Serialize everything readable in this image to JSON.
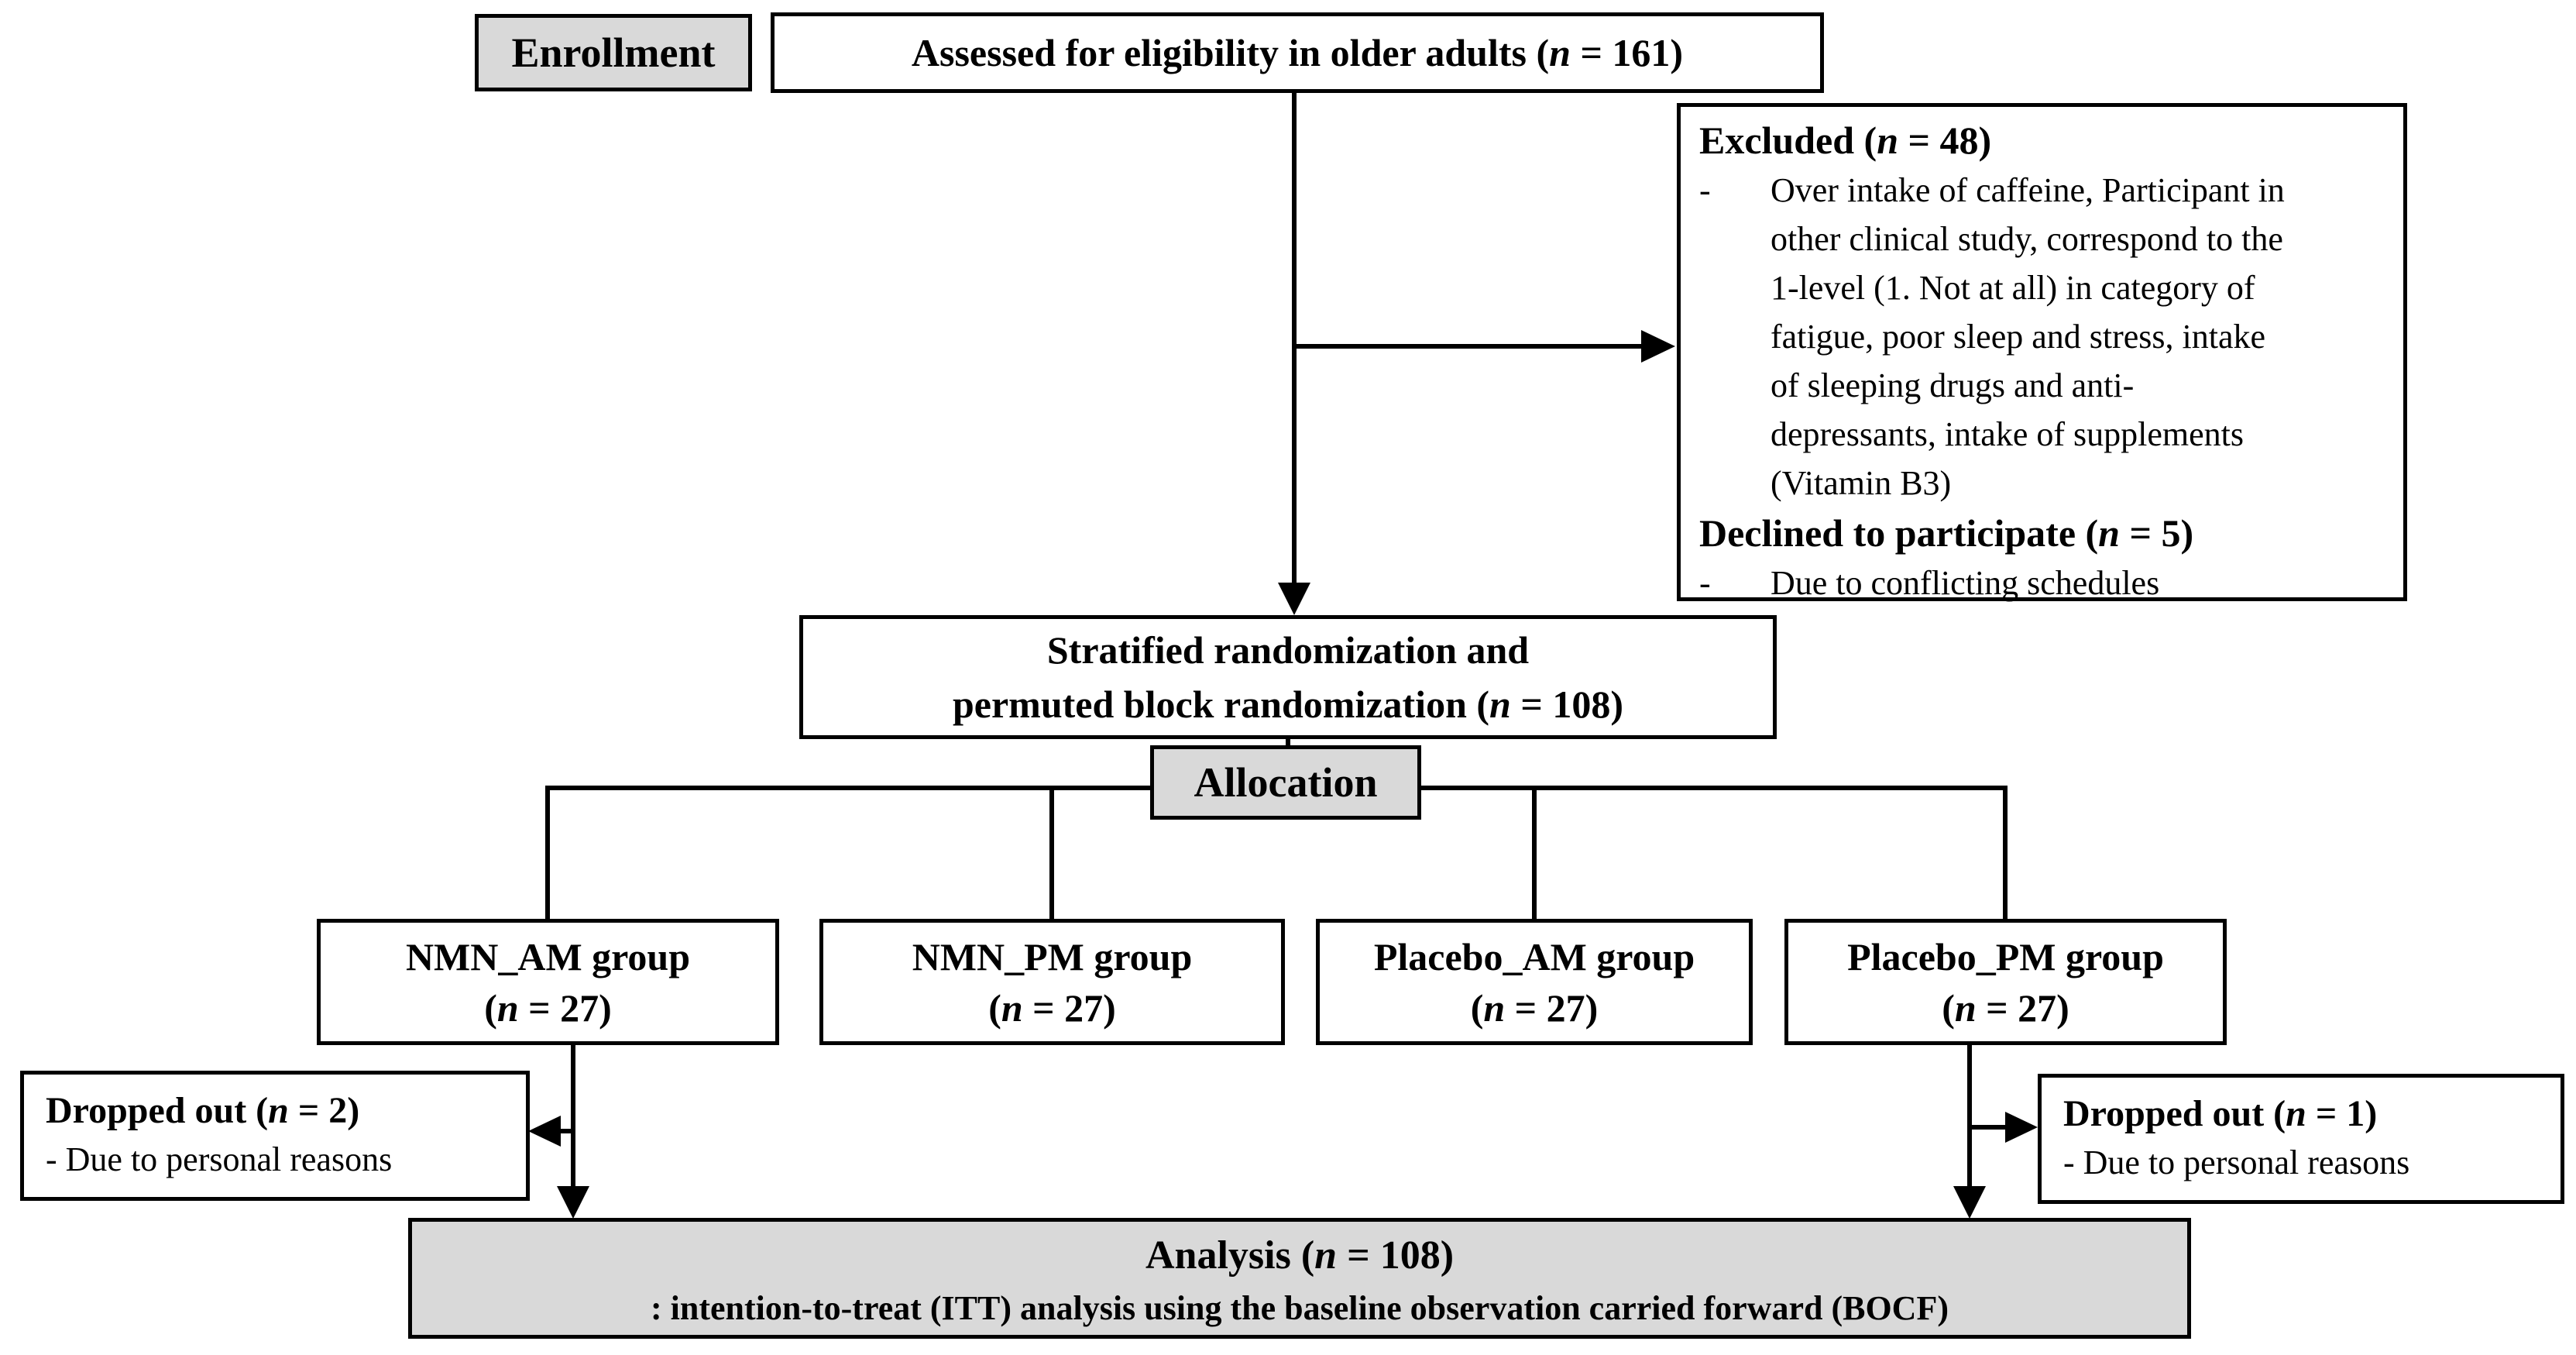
{
  "figure": {
    "colors": {
      "gray_fill": "#d9d9d9",
      "line": "#000000",
      "background": "#ffffff"
    },
    "enrollment": {
      "label": "Enrollment"
    },
    "assessed": {
      "pre": "Assessed for eligibility in older adults (",
      "n": "n",
      "post": " = 161)"
    },
    "excluded": {
      "heading_pre": "Excluded (",
      "n": "n",
      "heading_post": " = 48)",
      "dash": "-",
      "reason_lines": [
        "Over intake of caffeine, Participant in",
        "other clinical study, correspond to the",
        "1-level (1. Not at all) in category of",
        "fatigue, poor sleep and stress, intake",
        "of sleeping drugs and anti-",
        "depressants, intake of supplements",
        "(Vitamin B3)"
      ],
      "declined_pre": "Declined to participate (",
      "declined_n": "n",
      "declined_post": " = 5)",
      "declined_dash": "-",
      "declined_reason": "Due to conflicting schedules"
    },
    "randomization": {
      "line1": "Stratified randomization and",
      "line2_pre": "permuted block randomization (",
      "n": "n",
      "line2_post": " = 108)"
    },
    "allocation": {
      "label": "Allocation"
    },
    "groups": [
      {
        "name": "NMN_AM group",
        "pre": "(",
        "n": "n",
        "post": " = 27)"
      },
      {
        "name": "NMN_PM group",
        "pre": "(",
        "n": "n",
        "post": " = 27)"
      },
      {
        "name": "Placebo_AM group",
        "pre": "(",
        "n": "n",
        "post": " = 27)"
      },
      {
        "name": "Placebo_PM group",
        "pre": "(",
        "n": "n",
        "post": " = 27)"
      }
    ],
    "dropout_left": {
      "title_pre": "Dropped out (",
      "n": "n",
      "title_post": " = 2)",
      "reason": "- Due to personal reasons"
    },
    "dropout_right": {
      "title_pre": "Dropped out (",
      "n": "n",
      "title_post": " = 1)",
      "reason": "- Due to personal reasons"
    },
    "analysis": {
      "title_pre": "Analysis (",
      "n": "n",
      "title_post": " = 108)",
      "subtitle": ": intention-to-treat  (ITT) analysis using the baseline  observation carried forward (BOCF)"
    }
  }
}
